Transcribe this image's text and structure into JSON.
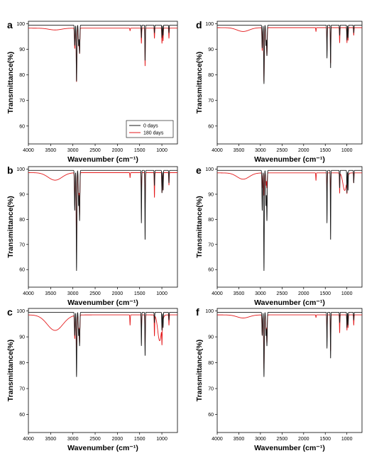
{
  "chart_data": [
    {
      "type": "line",
      "panel_label": "a",
      "xlabel": "Wavenumber (cm⁻¹)",
      "ylabel": "Transmittance(%)",
      "xlim": [
        4000,
        650
      ],
      "ylim": [
        53,
        101
      ],
      "x_ticks": [
        4000,
        3500,
        3000,
        2500,
        2000,
        1500,
        1000
      ],
      "y_ticks": [
        60,
        70,
        80,
        90,
        100
      ],
      "legend": {
        "position": "bottom-right",
        "entries": [
          "0 days",
          "180 days"
        ]
      },
      "series": [
        {
          "name": "0 days",
          "color": "#1a1a1a",
          "baseline": 99.5,
          "peaks": [
            [
              2958,
              8
            ],
            [
              2918,
              22
            ],
            [
              2872,
              8
            ],
            [
              2850,
              11
            ],
            [
              1460,
              5
            ],
            [
              1377,
              14
            ],
            [
              1167,
              3
            ],
            [
              998,
              5
            ],
            [
              973,
              4
            ],
            [
              841,
              3
            ]
          ]
        },
        {
          "name": "180 days",
          "color": "#e41a1c",
          "baseline": 98.3,
          "broad": [
            [
              3400,
              0.7,
              200
            ]
          ],
          "peaks": [
            [
              2958,
              8
            ],
            [
              2918,
              21
            ],
            [
              2872,
              7
            ],
            [
              2850,
              10
            ],
            [
              1715,
              1
            ],
            [
              1460,
              6
            ],
            [
              1377,
              15
            ],
            [
              1167,
              4
            ],
            [
              998,
              6
            ],
            [
              973,
              5
            ],
            [
              841,
              4
            ]
          ]
        }
      ]
    },
    {
      "type": "line",
      "panel_label": "b",
      "xlabel": "Wavenumber (cm⁻¹)",
      "ylabel": "Transmittance(%)",
      "xlim": [
        4000,
        650
      ],
      "ylim": [
        53,
        101
      ],
      "x_ticks": [
        4000,
        3500,
        3000,
        2500,
        2000,
        1500,
        1000
      ],
      "y_ticks": [
        60,
        70,
        80,
        90,
        100
      ],
      "series": [
        {
          "name": "0 days",
          "color": "#1a1a1a",
          "baseline": 99.5,
          "peaks": [
            [
              2958,
              16
            ],
            [
              2918,
              40
            ],
            [
              2872,
              14
            ],
            [
              2850,
              20
            ],
            [
              1460,
              21
            ],
            [
              1377,
              28
            ],
            [
              1167,
              6
            ],
            [
              998,
              9
            ],
            [
              973,
              8
            ],
            [
              841,
              5
            ]
          ]
        },
        {
          "name": "180 days",
          "color": "#e41a1c",
          "baseline": 98.6,
          "broad": [
            [
              3400,
              3,
              220
            ]
          ],
          "peaks": [
            [
              2958,
              13
            ],
            [
              2918,
              32
            ],
            [
              2872,
              11
            ],
            [
              2850,
              17
            ],
            [
              1715,
              2
            ],
            [
              1460,
              11
            ],
            [
              1377,
              14
            ],
            [
              1167,
              10
            ],
            [
              998,
              8
            ],
            [
              973,
              7
            ],
            [
              841,
              5
            ]
          ]
        }
      ]
    },
    {
      "type": "line",
      "panel_label": "c",
      "xlabel": "Wavenumber (cm⁻¹)",
      "ylabel": "Transmittance(%)",
      "xlim": [
        4000,
        650
      ],
      "ylim": [
        53,
        101
      ],
      "x_ticks": [
        4000,
        3500,
        3000,
        2500,
        2000,
        1500,
        1000
      ],
      "y_ticks": [
        60,
        70,
        80,
        90,
        100
      ],
      "series": [
        {
          "name": "0 days",
          "color": "#1a1a1a",
          "baseline": 99.5,
          "peaks": [
            [
              2958,
              9
            ],
            [
              2918,
              25
            ],
            [
              2872,
              9
            ],
            [
              2850,
              13
            ],
            [
              1460,
              13
            ],
            [
              1377,
              17
            ],
            [
              1167,
              4
            ],
            [
              998,
              7
            ],
            [
              973,
              6
            ],
            [
              841,
              3
            ]
          ]
        },
        {
          "name": "180 days",
          "color": "#e41a1c",
          "baseline": 98.5,
          "broad": [
            [
              3400,
              6,
              250
            ],
            [
              1050,
              10,
              60
            ]
          ],
          "peaks": [
            [
              2958,
              9
            ],
            [
              2918,
              16
            ],
            [
              2872,
              7
            ],
            [
              2850,
              11
            ],
            [
              1715,
              4
            ],
            [
              1460,
              8
            ],
            [
              1377,
              12
            ],
            [
              1167,
              8
            ],
            [
              998,
              7
            ],
            [
              841,
              4
            ]
          ]
        }
      ]
    },
    {
      "type": "line",
      "panel_label": "d",
      "xlabel": "Wavenumber (cm⁻¹)",
      "ylabel": "Transmittance(%)",
      "xlim": [
        4000,
        650
      ],
      "ylim": [
        53,
        101
      ],
      "x_ticks": [
        4000,
        3500,
        3000,
        2500,
        2000,
        1500,
        1000
      ],
      "y_ticks": [
        60,
        70,
        80,
        90,
        100
      ],
      "series": [
        {
          "name": "0 days",
          "color": "#1a1a1a",
          "baseline": 99.5,
          "peaks": [
            [
              2958,
              9
            ],
            [
              2918,
              23
            ],
            [
              2872,
              8
            ],
            [
              2850,
              12
            ],
            [
              1460,
              13
            ],
            [
              1377,
              17
            ],
            [
              1167,
              4
            ],
            [
              998,
              6
            ],
            [
              973,
              5
            ],
            [
              841,
              3
            ]
          ]
        },
        {
          "name": "180 days",
          "color": "#e41a1c",
          "baseline": 98.5,
          "broad": [
            [
              3400,
              1.5,
              200
            ]
          ],
          "peaks": [
            [
              2958,
              9
            ],
            [
              2918,
              21
            ],
            [
              2872,
              7
            ],
            [
              2850,
              11
            ],
            [
              1715,
              1.5
            ],
            [
              1460,
              9
            ],
            [
              1377,
              14
            ],
            [
              1167,
              6
            ],
            [
              998,
              6
            ],
            [
              973,
              5
            ],
            [
              841,
              3
            ]
          ]
        }
      ]
    },
    {
      "type": "line",
      "panel_label": "e",
      "xlabel": "Wavenumber (cm⁻¹)",
      "ylabel": "Transmittance(%)",
      "xlim": [
        4000,
        650
      ],
      "ylim": [
        53,
        101
      ],
      "x_ticks": [
        4000,
        3500,
        3000,
        2500,
        2000,
        1500,
        1000
      ],
      "y_ticks": [
        60,
        70,
        80,
        90,
        100
      ],
      "series": [
        {
          "name": "0 days",
          "color": "#1a1a1a",
          "baseline": 99.5,
          "peaks": [
            [
              2958,
              16
            ],
            [
              2918,
              40
            ],
            [
              2872,
              14
            ],
            [
              2850,
              20
            ],
            [
              1460,
              21
            ],
            [
              1377,
              28
            ],
            [
              1167,
              7
            ],
            [
              998,
              9
            ],
            [
              973,
              8
            ],
            [
              841,
              5
            ]
          ]
        },
        {
          "name": "180 days",
          "color": "#e41a1c",
          "baseline": 98.5,
          "broad": [
            [
              3400,
              2.5,
              200
            ],
            [
              1050,
              7,
              60
            ]
          ],
          "peaks": [
            [
              2958,
              6
            ],
            [
              2918,
              9
            ],
            [
              2872,
              5
            ],
            [
              2850,
              6
            ],
            [
              1715,
              3
            ],
            [
              1460,
              10
            ],
            [
              1377,
              12
            ],
            [
              1167,
              8
            ],
            [
              998,
              5
            ],
            [
              841,
              4
            ]
          ]
        }
      ]
    },
    {
      "type": "line",
      "panel_label": "f",
      "xlabel": "Wavenumber (cm⁻¹)",
      "ylabel": "Transmittance(%)",
      "xlim": [
        4000,
        650
      ],
      "ylim": [
        53,
        101
      ],
      "x_ticks": [
        4000,
        3500,
        3000,
        2500,
        2000,
        1500,
        1000
      ],
      "y_ticks": [
        60,
        70,
        80,
        90,
        100
      ],
      "series": [
        {
          "name": "0 days",
          "color": "#1a1a1a",
          "baseline": 99.5,
          "peaks": [
            [
              2958,
              9
            ],
            [
              2918,
              25
            ],
            [
              2872,
              9
            ],
            [
              2850,
              13
            ],
            [
              1460,
              14
            ],
            [
              1377,
              18
            ],
            [
              1167,
              4
            ],
            [
              998,
              6
            ],
            [
              973,
              5
            ],
            [
              841,
              3
            ]
          ]
        },
        {
          "name": "180 days",
          "color": "#e41a1c",
          "baseline": 98.5,
          "broad": [
            [
              3400,
              1.2,
              200
            ]
          ],
          "peaks": [
            [
              2958,
              8
            ],
            [
              2918,
              21
            ],
            [
              2872,
              7
            ],
            [
              2850,
              11
            ],
            [
              1715,
              1
            ],
            [
              1460,
              9
            ],
            [
              1377,
              14
            ],
            [
              1167,
              7
            ],
            [
              998,
              6
            ],
            [
              973,
              5
            ],
            [
              841,
              4
            ]
          ]
        }
      ]
    }
  ]
}
